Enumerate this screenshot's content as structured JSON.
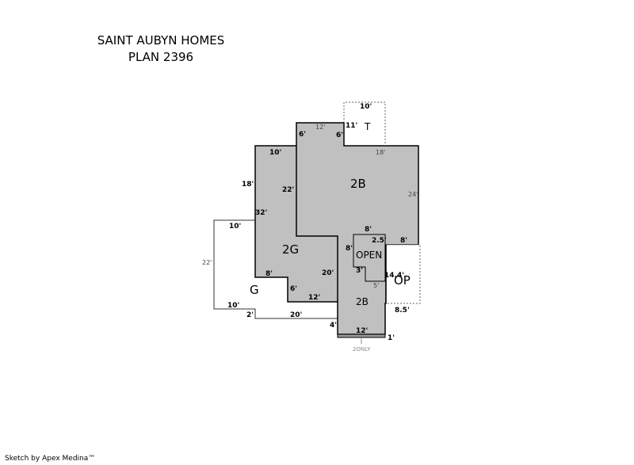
{
  "title": {
    "line1": "SAINT AUBYN HOMES",
    "line2": "PLAN 2396"
  },
  "rooms": {
    "main_2b": "2B",
    "lower_2b": "2B",
    "garage_2g": "2G",
    "garage_g": "G",
    "open": "OPEN",
    "terrace": "T",
    "porch": "OP"
  },
  "dimensions": {
    "t_top": "10'",
    "t_side": "11'",
    "top_12": "12'",
    "top_6_left": "6'",
    "top_6_right": "6'",
    "right_top_18": "18'",
    "left_top_10": "10'",
    "left_18": "18'",
    "inner_22": "22'",
    "right_24": "24'",
    "left_32": "32'",
    "g_top_10": "10'",
    "g_left_22": "22'",
    "step_8": "8'",
    "g_step_6": "6'",
    "mid_20": "20'",
    "mid_12": "12'",
    "open_top_8": "8'",
    "open_left_8": "8'",
    "open_2_5": "2.5'",
    "op_top_8": "8'",
    "open_3": "3'",
    "open_5": "5'",
    "op_14_4": "14.4'",
    "op_8_5": "8.5'",
    "g_bottom_10": "10'",
    "g_bottom_2": "2'",
    "bottom_20": "20'",
    "bottom_4": "4'",
    "bottom_12": "12'",
    "bottom_1": "1'"
  },
  "notes": {
    "two_only": "2ONLY"
  },
  "credit": "Sketch by Apex Medina™",
  "colors": {
    "living_fill": "#c0c0c0",
    "stroke": "#000000",
    "dashed_stroke": "#666666"
  }
}
